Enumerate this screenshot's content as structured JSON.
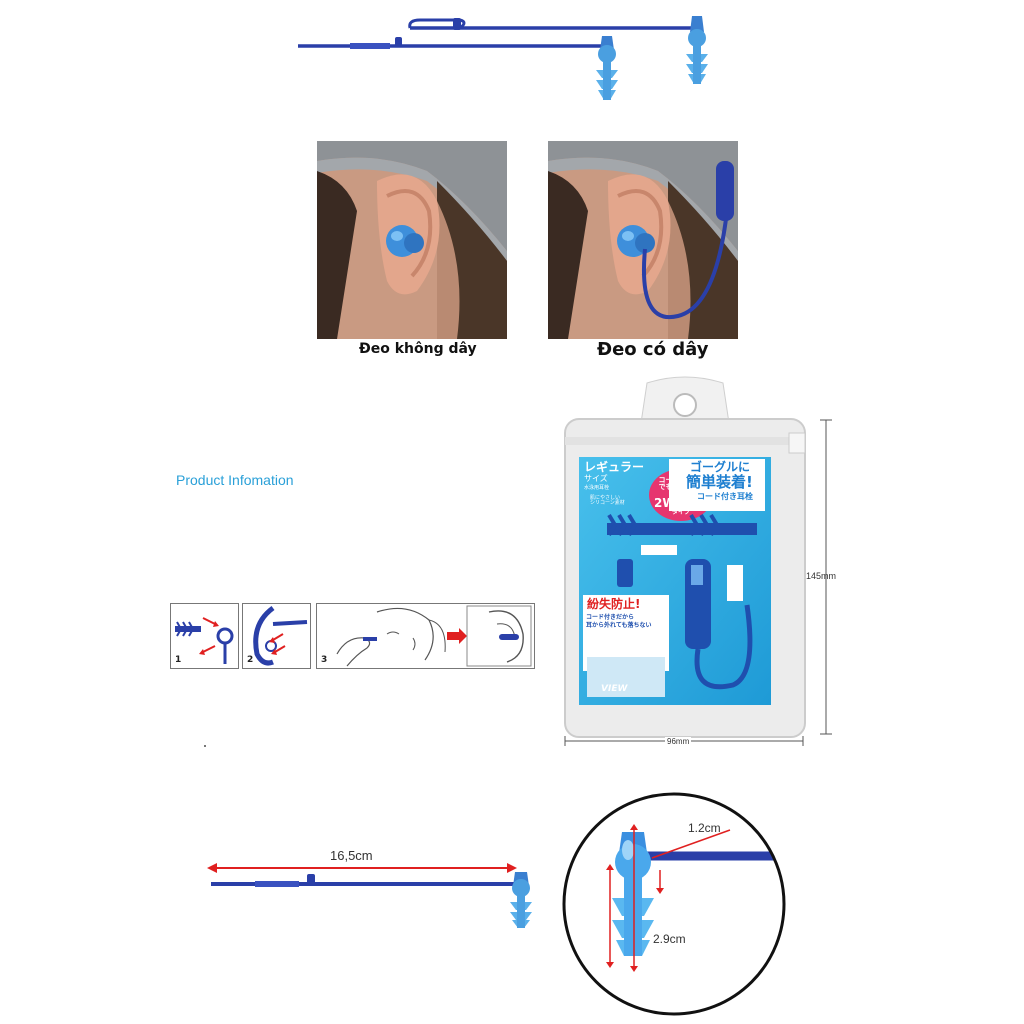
{
  "captions": {
    "no_cord": "Đeo không dây",
    "with_cord": "Đeo có dây"
  },
  "product_info": {
    "heading": "Product Infomation"
  },
  "steps": [
    {
      "number": "1"
    },
    {
      "number": "2"
    },
    {
      "number": "3"
    }
  ],
  "package": {
    "size_label": "レギュラー",
    "size_sub": "サイズ",
    "size_sub2": "水泳用耳栓",
    "skin_label": "肌にやさしい\nシリコーン素材",
    "two_way_top": "コード無し\nでも使える",
    "two_way": "2WAY",
    "two_way_bottom": "タイプ",
    "goggle_top": "ゴーグルに",
    "goggle_main": "簡単装着!",
    "goggle_sub": "コード付き耳栓",
    "lost_title": "紛失防止!",
    "lost_body": "コード付きだから\n耳から外れても落ちない",
    "brand": "VIEW",
    "height_dim": "145mm",
    "width_dim": "96mm"
  },
  "measurements": {
    "cord_length": "16,5cm",
    "plug_diameter": "1.2cm",
    "plug_height": "2.9cm"
  },
  "colors": {
    "cord_blue": "#2a3fa8",
    "plug_blue": "#4a9fe0",
    "heading_blue": "#2aa0d8",
    "arrow_red": "#e02020"
  }
}
